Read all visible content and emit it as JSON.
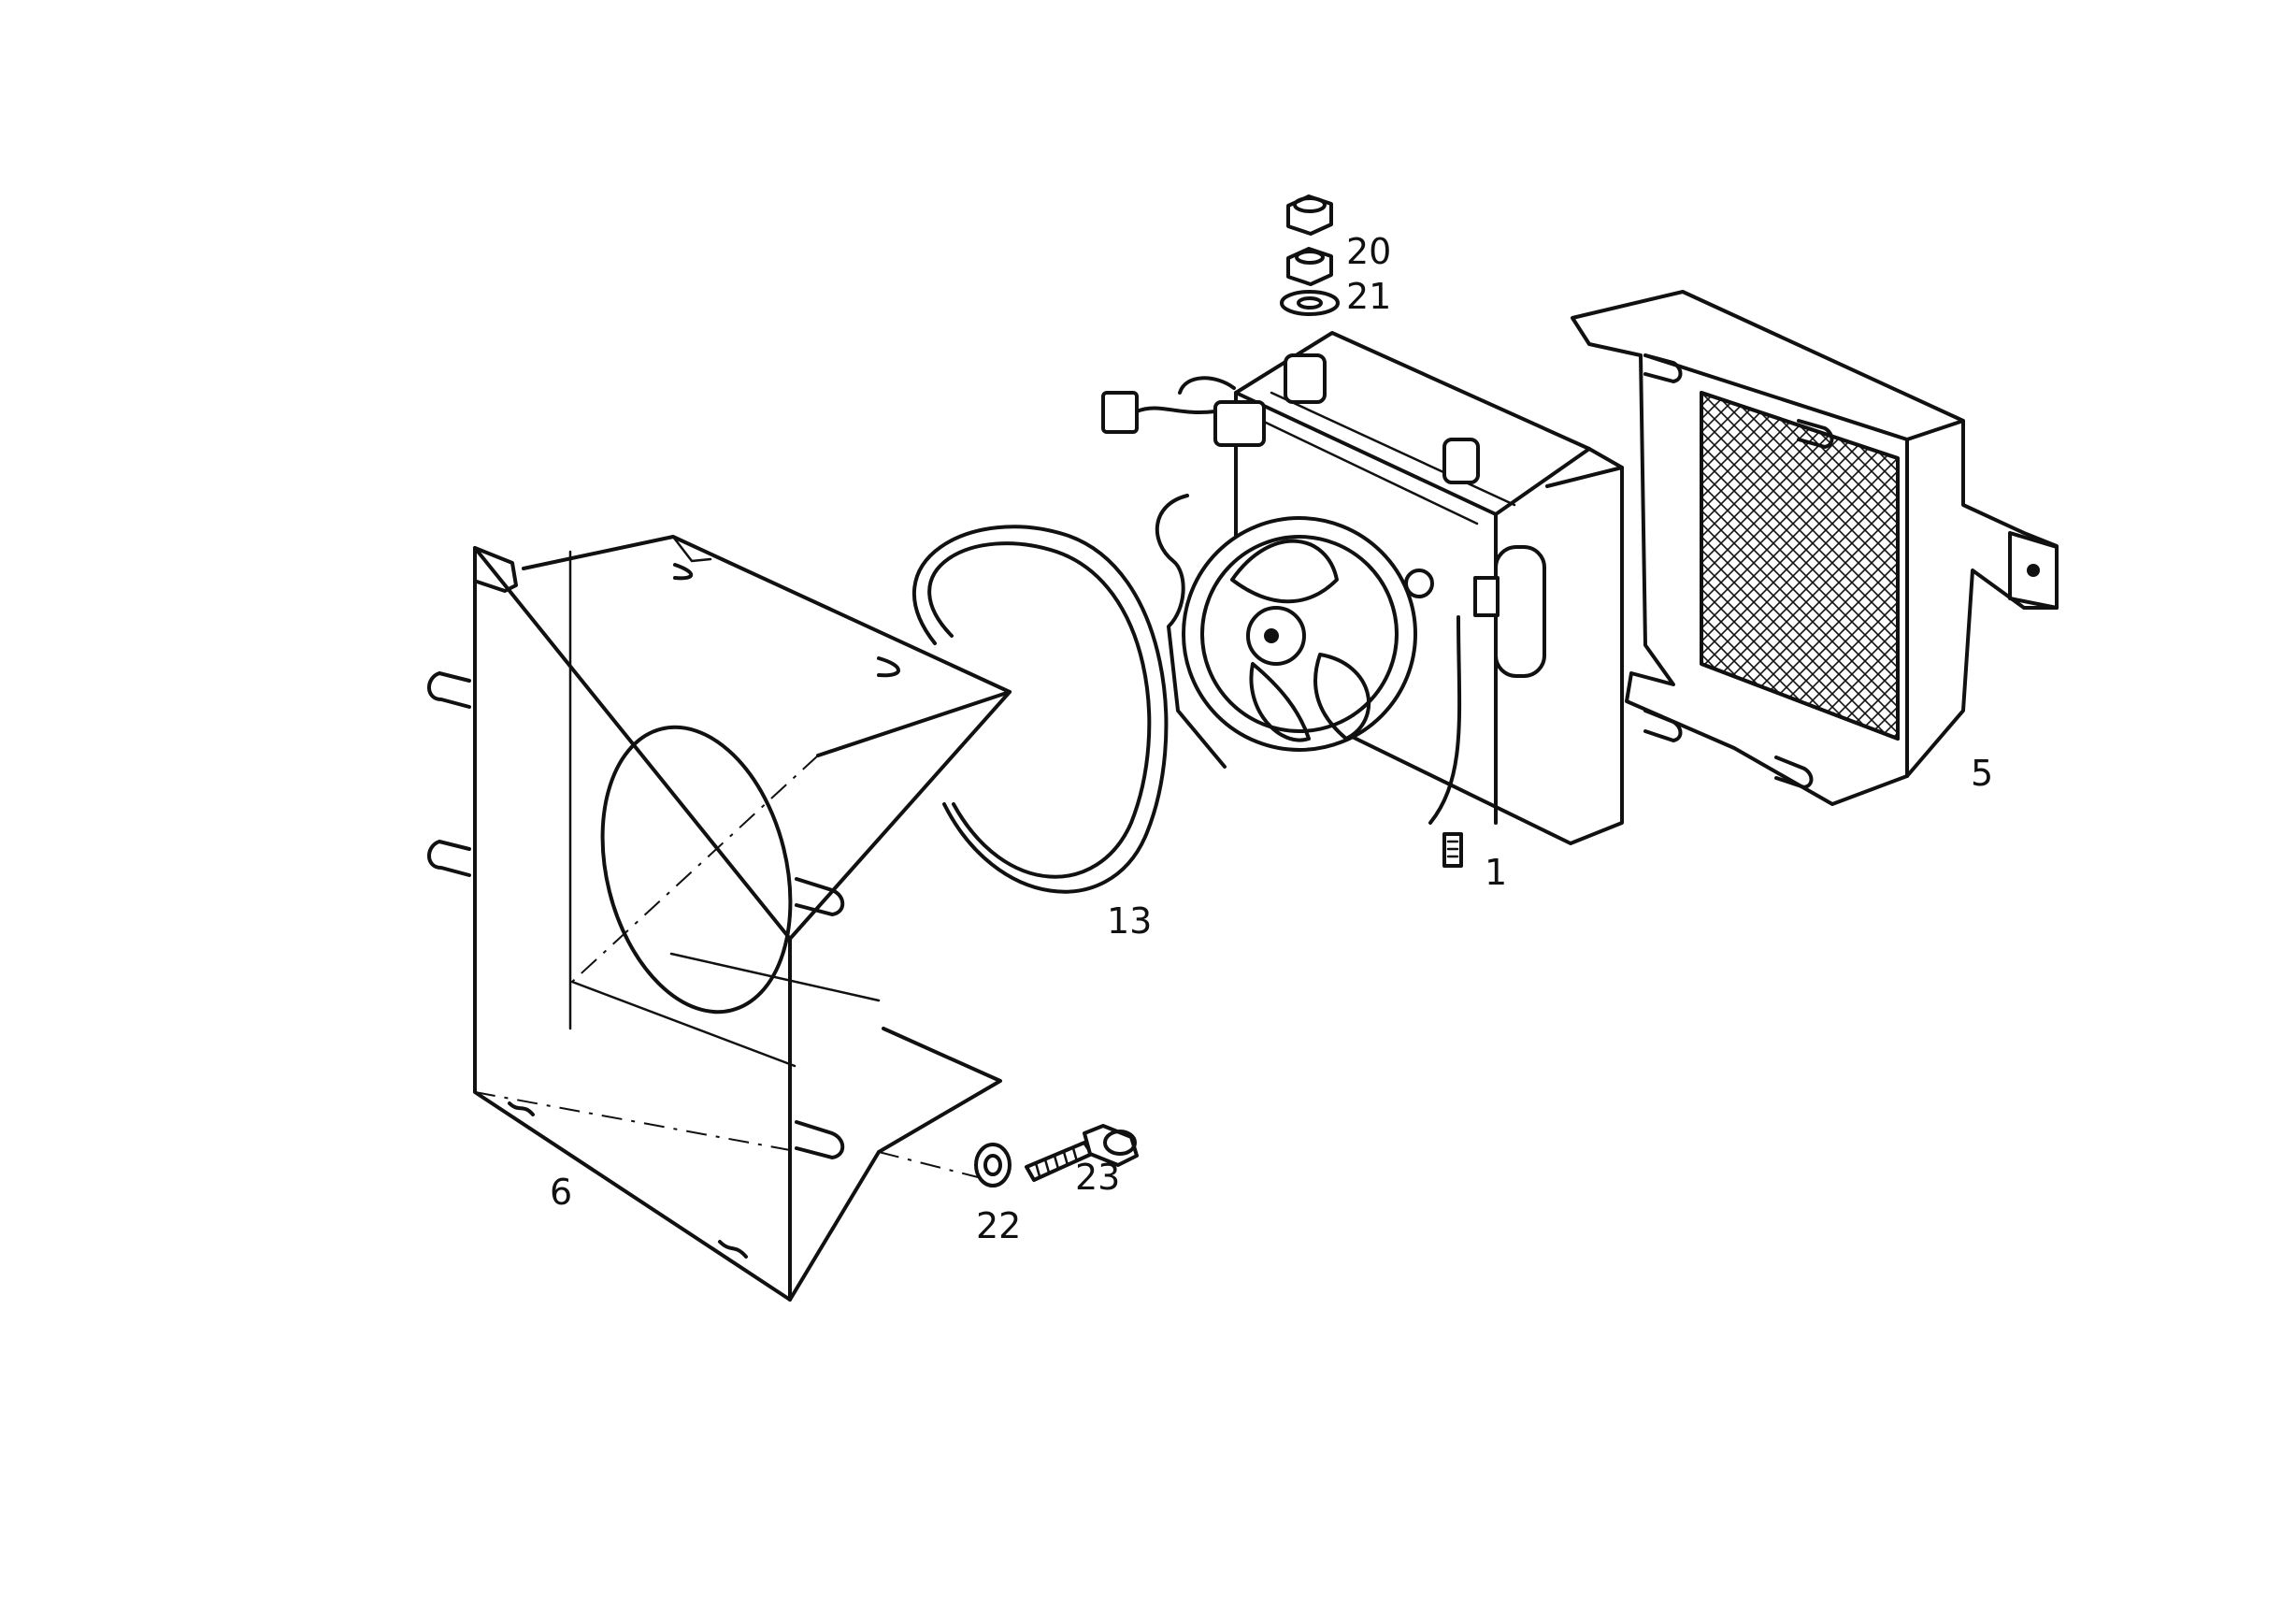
{
  "diagram": {
    "callouts": {
      "c20": "20",
      "c21": "21",
      "c1": "1",
      "c5": "5",
      "c13": "13",
      "c6": "6",
      "c22": "22",
      "c23": "23"
    },
    "colors": {
      "line": "#111111",
      "background": "#ffffff"
    }
  }
}
